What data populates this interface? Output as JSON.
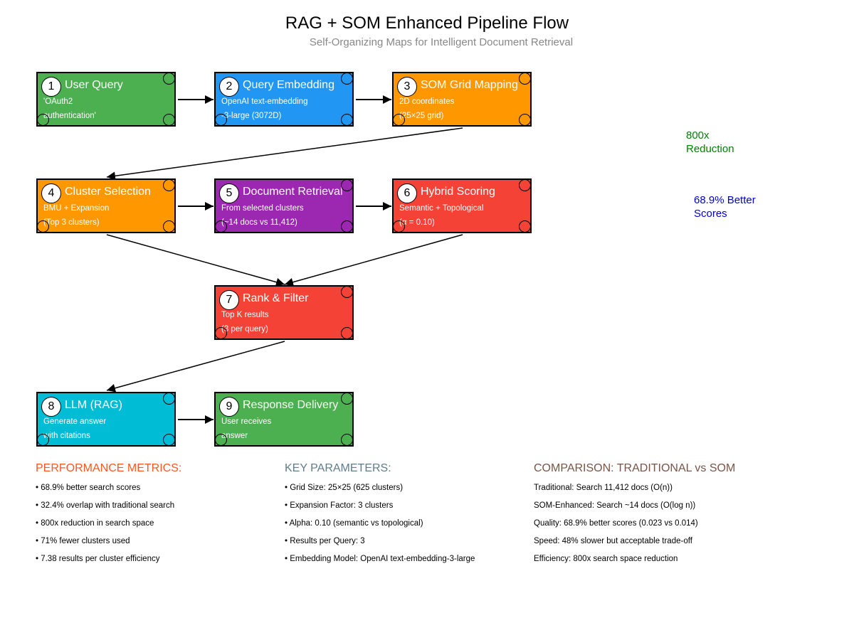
{
  "header": {
    "title": "RAG + SOM Enhanced Pipeline Flow",
    "subtitle": "Self-Organizing Maps for Intelligent Document Retrieval"
  },
  "colors": {
    "green": "#4caf50",
    "blue": "#2196f3",
    "orange": "#ff9800",
    "purple": "#9c27b0",
    "red": "#f44336",
    "cyan": "#00bcd4",
    "metrics_heading": "#ff5722",
    "params_heading": "#607d8b",
    "comparison_heading": "#795548"
  },
  "nodes": [
    {
      "num": "1",
      "title": "User Query",
      "line1": "'OAuth2",
      "line2": "authentication'",
      "color": "#4caf50"
    },
    {
      "num": "2",
      "title": "Query Embedding",
      "line1": "OpenAI text-embedding",
      "line2": "-3-large (3072D)",
      "color": "#2196f3"
    },
    {
      "num": "3",
      "title": "SOM Grid Mapping",
      "line1": "2D coordinates",
      "line2": "(25×25 grid)",
      "color": "#ff9800"
    },
    {
      "num": "4",
      "title": "Cluster Selection",
      "line1": "BMU + Expansion",
      "line2": "(Top 3 clusters)",
      "color": "#ff9800"
    },
    {
      "num": "5",
      "title": "Document Retrieval",
      "line1": "From selected clusters",
      "line2": "(~14 docs vs 11,412)",
      "color": "#9c27b0"
    },
    {
      "num": "6",
      "title": "Hybrid Scoring",
      "line1": "Semantic + Topological",
      "line2": "(α = 0.10)",
      "color": "#f44336"
    },
    {
      "num": "7",
      "title": "Rank & Filter",
      "line1": "Top K results",
      "line2": "(3 per query)",
      "color": "#f44336"
    },
    {
      "num": "8",
      "title": "LLM (RAG)",
      "line1": "Generate answer",
      "line2": "with citations",
      "color": "#00bcd4"
    },
    {
      "num": "9",
      "title": "Response Delivery",
      "line1": "User receives",
      "line2": "answer",
      "color": "#4caf50"
    }
  ],
  "callouts": {
    "reduction": "800x Reduction",
    "scores": "68.9% Better Scores"
  },
  "metrics": {
    "heading": "PERFORMANCE METRICS:",
    "items": [
      "• 68.9% better search scores",
      "• 32.4% overlap with traditional search",
      "• 800x reduction in search space",
      "• 71% fewer clusters used",
      "• 7.38 results per cluster efficiency"
    ]
  },
  "parameters": {
    "heading": "KEY PARAMETERS:",
    "items": [
      "• Grid Size: 25×25 (625 clusters)",
      "• Expansion Factor: 3 clusters",
      "• Alpha: 0.10 (semantic vs topological)",
      "• Results per Query: 3",
      "• Embedding Model: OpenAI text-embedding-3-large"
    ]
  },
  "comparison": {
    "heading": "COMPARISON: TRADITIONAL vs SOM",
    "items": [
      "Traditional: Search 11,412 docs (O(n))",
      "SOM-Enhanced: Search ~14 docs (O(log n))",
      "Quality: 68.9% better scores (0.023 vs 0.014)",
      "Speed: 48% slower but acceptable trade-off",
      "Efficiency: 800x search space reduction"
    ]
  }
}
